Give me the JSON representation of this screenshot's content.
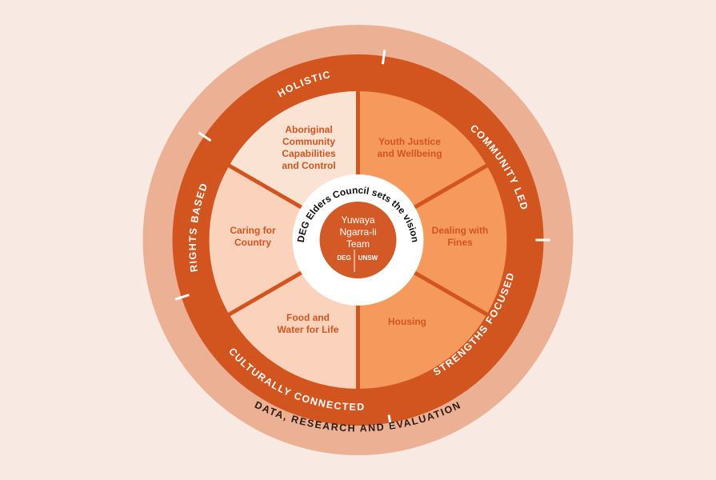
{
  "outer_ring": {
    "label": "DATA, RESEARCH AND EVALUATION"
  },
  "principles": {
    "holistic": "HOLISTIC",
    "community_led": "COMMUNITY LED",
    "strengths_focused": "STRENGTHS FOCUSED",
    "culturally_connected": "CULTURALLY CONNECTED",
    "rights_based": "RIGHTS BASED"
  },
  "segments": {
    "youth_justice": [
      "Youth Justice",
      "and Wellbeing"
    ],
    "dealing_with_fines": [
      "Dealing with",
      "Fines"
    ],
    "housing": [
      "Housing"
    ],
    "food_water": [
      "Food and",
      "Water for Life"
    ],
    "caring_country": [
      "Caring for",
      "Country"
    ],
    "aboriginal_community": [
      "Aboriginal",
      "Community",
      "Capabilities",
      "and Control"
    ]
  },
  "elders": {
    "label": "DEG Elders Council sets the vision"
  },
  "center": {
    "lines": [
      "Yuwaya",
      "Ngarra-li",
      "Team"
    ],
    "left": "DEG",
    "right": "UNSW"
  },
  "colors": {
    "background": "#f8e9e2",
    "outer_ring": "#ecb095",
    "principle_ring": "#d2541e",
    "segment_dark": "#f59a5c",
    "segment_light": "#fbd3bd",
    "segment_lightest": "#fbe3d4",
    "center": "#d35a26"
  }
}
